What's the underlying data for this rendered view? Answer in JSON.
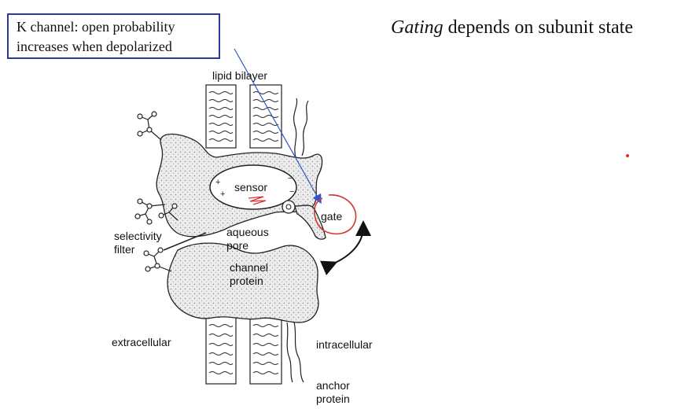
{
  "callout": {
    "line1": "K channel: open probability",
    "line2": "increases when depolarized"
  },
  "title": {
    "emphasis": "Gating",
    "rest": " depends on subunit state"
  },
  "labels": {
    "lipid_bilayer": "lipid bilayer",
    "sensor": "sensor",
    "gate": "gate",
    "selectivity_filter_1": "selectivity",
    "selectivity_filter_2": "filter",
    "aqueous_pore_1": "aqueous",
    "aqueous_pore_2": "pore",
    "channel_protein_1": "channel",
    "channel_protein_2": "protein",
    "extracellular": "extracellular",
    "intracellular": "intracellular",
    "anchor_protein_1": "anchor",
    "anchor_protein_2": "protein"
  },
  "colors": {
    "callout_border": "#2b3a9e",
    "pointer_line": "#3355cc",
    "annotation_red": "#d6332c"
  }
}
